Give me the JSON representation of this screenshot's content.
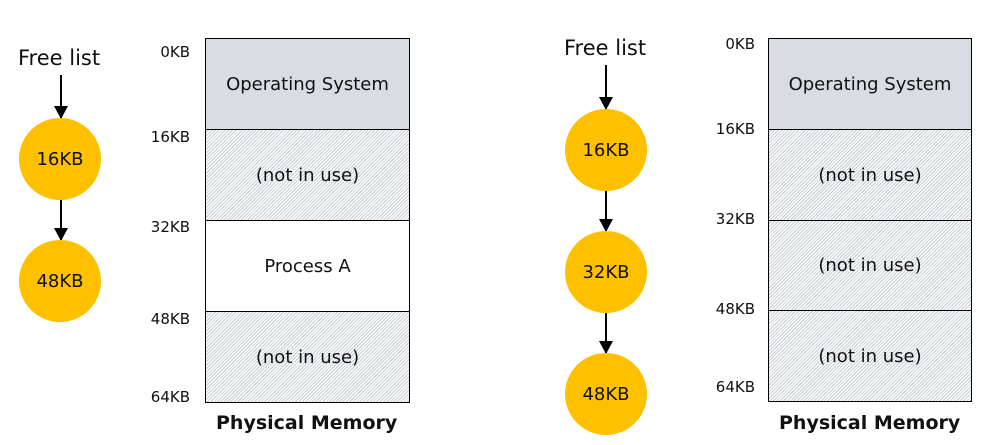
{
  "left": {
    "free_list_label": "Free list",
    "nodes": [
      "16KB",
      "48KB"
    ],
    "addresses": [
      "0KB",
      "16KB",
      "32KB",
      "48KB",
      "64KB"
    ],
    "segments": [
      {
        "label": "Operating System",
        "kind": "os"
      },
      {
        "label": "(not in use)",
        "kind": "free"
      },
      {
        "label": "Process A",
        "kind": "used"
      },
      {
        "label": "(not in use)",
        "kind": "free"
      }
    ],
    "memory_title": "Physical Memory"
  },
  "right": {
    "free_list_label": "Free list",
    "nodes": [
      "16KB",
      "32KB",
      "48KB"
    ],
    "addresses": [
      "0KB",
      "16KB",
      "32KB",
      "48KB",
      "64KB"
    ],
    "segments": [
      {
        "label": "Operating System",
        "kind": "os"
      },
      {
        "label": "(not in use)",
        "kind": "free"
      },
      {
        "label": "(not in use)",
        "kind": "free"
      },
      {
        "label": "(not in use)",
        "kind": "free"
      }
    ],
    "memory_title": "Physical Memory"
  },
  "colors": {
    "node_fill": "#FFC000",
    "os_fill": "#D9DDE3",
    "hatch": "#C8CDD3"
  }
}
